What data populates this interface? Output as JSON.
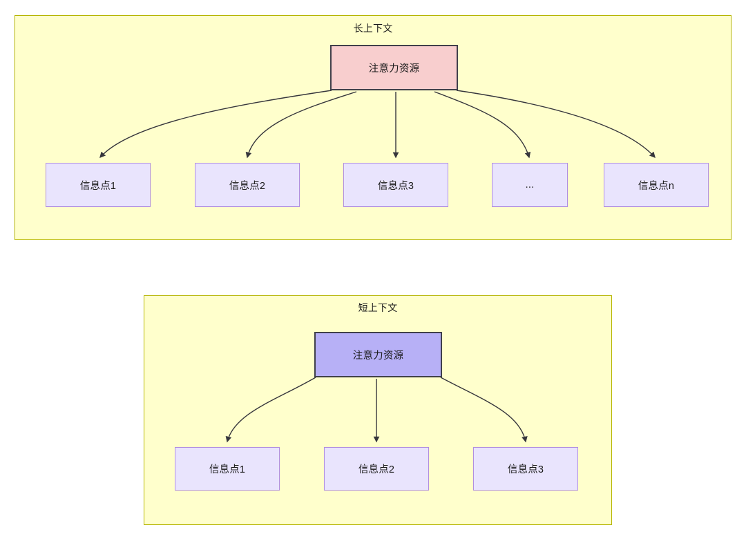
{
  "diagram": {
    "title_colors": {
      "panel_fill": "#ffffcc",
      "panel_border": "#b5b500",
      "attention_long_fill": "#f8cece",
      "attention_short_fill": "#b7b0f6",
      "attention_border": "#40404a",
      "info_fill": "#e9e4fd",
      "info_border": "#b08ee0",
      "edge": "#36363c",
      "text": "#1a1a1a"
    },
    "panels": [
      {
        "id": "long-context",
        "title": "长上下文",
        "root": {
          "label": "注意力资源"
        },
        "children": [
          {
            "label": "信息点1"
          },
          {
            "label": "信息点2"
          },
          {
            "label": "信息点3"
          },
          {
            "label": "..."
          },
          {
            "label": "信息点n"
          }
        ]
      },
      {
        "id": "short-context",
        "title": "短上下文",
        "root": {
          "label": "注意力资源"
        },
        "children": [
          {
            "label": "信息点1"
          },
          {
            "label": "信息点2"
          },
          {
            "label": "信息点3"
          }
        ]
      }
    ]
  }
}
